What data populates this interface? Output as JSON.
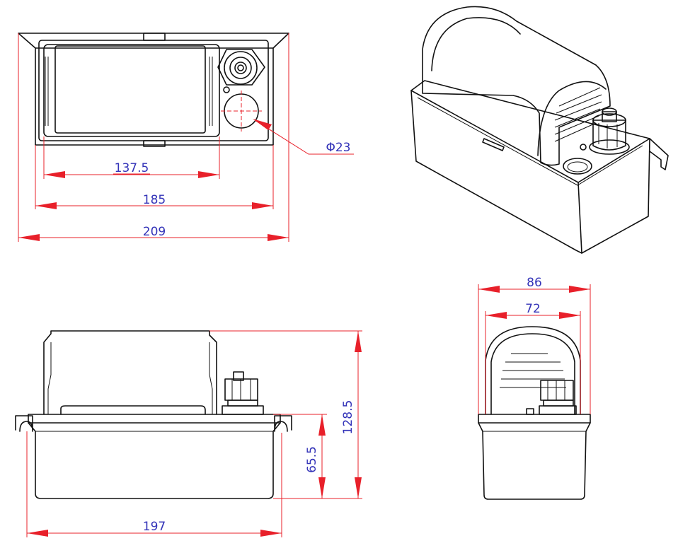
{
  "dimensions": {
    "hole_diameter": "Φ23",
    "inner_length_top": "137.5",
    "length_185": "185",
    "overall_length_209": "209",
    "total_height": "128.5",
    "tank_height": "65.5",
    "base_length_197": "197",
    "side_width_86": "86",
    "side_width_72": "72"
  }
}
